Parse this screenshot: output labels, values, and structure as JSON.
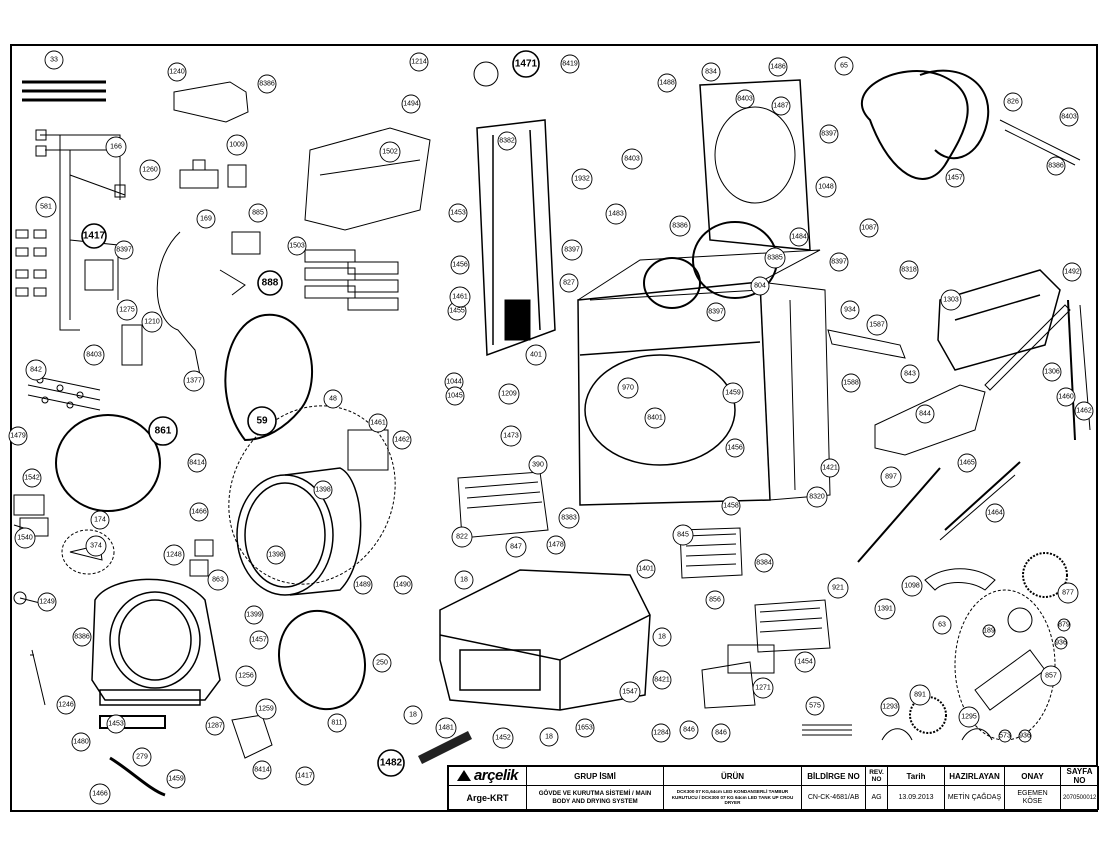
{
  "callouts": [
    {
      "label": "33"
    },
    {
      "label": "166"
    },
    {
      "label": "581"
    },
    {
      "label": "1417"
    },
    {
      "label": "8397"
    },
    {
      "label": "1275"
    },
    {
      "label": "8403"
    },
    {
      "label": "842"
    },
    {
      "label": "1479"
    },
    {
      "label": "861"
    },
    {
      "label": "1542"
    },
    {
      "label": "1540"
    },
    {
      "label": "174"
    },
    {
      "label": "374"
    },
    {
      "label": "1249"
    },
    {
      "label": "1246"
    },
    {
      "label": "1240"
    },
    {
      "label": "8386"
    },
    {
      "label": "1260"
    },
    {
      "label": "1009"
    },
    {
      "label": "169"
    },
    {
      "label": "885"
    },
    {
      "label": "888"
    },
    {
      "label": "1210"
    },
    {
      "label": "1377"
    },
    {
      "label": "59"
    },
    {
      "label": "8414"
    },
    {
      "label": "1466"
    },
    {
      "label": "1248"
    },
    {
      "label": "863"
    },
    {
      "label": "1399"
    },
    {
      "label": "1457"
    },
    {
      "label": "1256"
    },
    {
      "label": "1453"
    },
    {
      "label": "1287"
    },
    {
      "label": "279"
    },
    {
      "label": "1459"
    },
    {
      "label": "1480"
    },
    {
      "label": "1466"
    },
    {
      "label": "8386"
    },
    {
      "label": "1259"
    },
    {
      "label": "8414"
    },
    {
      "label": "1417"
    },
    {
      "label": "811"
    },
    {
      "label": "250"
    },
    {
      "label": "1214"
    },
    {
      "label": "1494"
    },
    {
      "label": "1502"
    },
    {
      "label": "1503"
    },
    {
      "label": "1471"
    },
    {
      "label": "1453"
    },
    {
      "label": "1456"
    },
    {
      "label": "1455"
    },
    {
      "label": "1461"
    },
    {
      "label": "48"
    },
    {
      "label": "1461"
    },
    {
      "label": "1462"
    },
    {
      "label": "1398"
    },
    {
      "label": "1398"
    },
    {
      "label": "1489"
    },
    {
      "label": "1490"
    },
    {
      "label": "8419"
    },
    {
      "label": "8382"
    },
    {
      "label": "1932"
    },
    {
      "label": "8397"
    },
    {
      "label": "827"
    },
    {
      "label": "401"
    },
    {
      "label": "1044"
    },
    {
      "label": "1045"
    },
    {
      "label": "1209"
    },
    {
      "label": "970"
    },
    {
      "label": "8401"
    },
    {
      "label": "1473"
    },
    {
      "label": "390"
    },
    {
      "label": "822"
    },
    {
      "label": "1478"
    },
    {
      "label": "8383"
    },
    {
      "label": "847"
    },
    {
      "label": "18"
    },
    {
      "label": "18"
    },
    {
      "label": "18"
    },
    {
      "label": "1481"
    },
    {
      "label": "1452"
    },
    {
      "label": "1482"
    },
    {
      "label": "18"
    },
    {
      "label": "1653"
    },
    {
      "label": "1547"
    },
    {
      "label": "8421"
    },
    {
      "label": "1284"
    },
    {
      "label": "846"
    },
    {
      "label": "846"
    },
    {
      "label": "1488"
    },
    {
      "label": "834"
    },
    {
      "label": "8403"
    },
    {
      "label": "1486"
    },
    {
      "label": "1487"
    },
    {
      "label": "65"
    },
    {
      "label": "8397"
    },
    {
      "label": "1048"
    },
    {
      "label": "8403"
    },
    {
      "label": "1483"
    },
    {
      "label": "8386"
    },
    {
      "label": "8385"
    },
    {
      "label": "804"
    },
    {
      "label": "1484"
    },
    {
      "label": "8397"
    },
    {
      "label": "8397"
    },
    {
      "label": "934"
    },
    {
      "label": "1459"
    },
    {
      "label": "1456"
    },
    {
      "label": "1458"
    },
    {
      "label": "845"
    },
    {
      "label": "1401"
    },
    {
      "label": "8384"
    },
    {
      "label": "856"
    },
    {
      "label": "8320"
    },
    {
      "label": "921"
    },
    {
      "label": "1454"
    },
    {
      "label": "1271"
    },
    {
      "label": "575"
    },
    {
      "label": "1457"
    },
    {
      "label": "826"
    },
    {
      "label": "8403"
    },
    {
      "label": "8386"
    },
    {
      "label": "1087"
    },
    {
      "label": "8318"
    },
    {
      "label": "1303"
    },
    {
      "label": "1492"
    },
    {
      "label": "1587"
    },
    {
      "label": "1588"
    },
    {
      "label": "843"
    },
    {
      "label": "1306"
    },
    {
      "label": "844"
    },
    {
      "label": "1460"
    },
    {
      "label": "1462"
    },
    {
      "label": "1421"
    },
    {
      "label": "897"
    },
    {
      "label": "1465"
    },
    {
      "label": "1464"
    },
    {
      "label": "1098"
    },
    {
      "label": "877"
    },
    {
      "label": "1391"
    },
    {
      "label": "63"
    },
    {
      "label": "189"
    },
    {
      "label": "879"
    },
    {
      "label": "936"
    },
    {
      "label": "857"
    },
    {
      "label": "891"
    },
    {
      "label": "1293"
    },
    {
      "label": "1295"
    },
    {
      "label": "573"
    },
    {
      "label": "936"
    }
  ],
  "title_block": {
    "brand": "arçelik",
    "code": "Arge-KRT",
    "headers": {
      "group": "GRUP İSMİ",
      "product": "ÜRÜN",
      "notice": "BİLDİRGE NO",
      "rev": "REV. NO",
      "date": "Tarih",
      "prepared": "HAZIRLAYAN",
      "approve": "ONAY",
      "sheet": "SAYFA NO"
    },
    "values": {
      "group": "GÖVDE VE KURUTMA SİSTEMİ / MAIN BODY AND DRYING SYSTEM",
      "product": "DCK300 07 KG,64cm LED KONDANSERLİ TAMBUR KURUTUCU / DCK300 07 KG 64cm LED TANK UP CROU DRYER",
      "notice": "CN-CK-4681/AB",
      "rev": "AG",
      "date": "13.09.2013",
      "prepared": "METİN ÇAĞDAŞ",
      "approve": "EGEMEN KÖSE",
      "sheet": "2070500012"
    }
  }
}
